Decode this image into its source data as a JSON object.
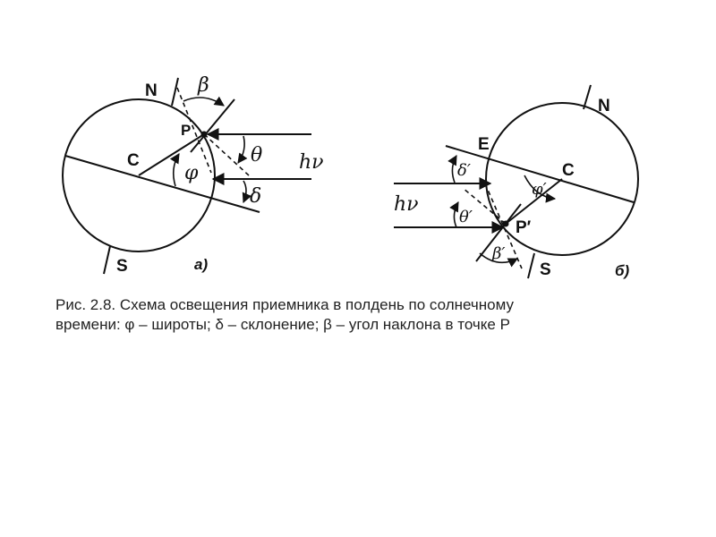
{
  "diagram_a": {
    "N": "N",
    "S": "S",
    "C": "C",
    "P": "P",
    "beta": "β",
    "theta": "θ",
    "phi": "φ",
    "delta": "δ",
    "hv": "hν",
    "panel": "а)"
  },
  "diagram_b": {
    "N": "N",
    "S": "S",
    "E": "E",
    "C": "C",
    "P": "P′",
    "beta": "β′",
    "theta": "θ′",
    "phi": "φ′",
    "delta": "δ′",
    "hv": "hν",
    "panel": "б)"
  },
  "caption": {
    "line1": "Рис. 2.8. Схема освещения приемника в полдень по солнечному",
    "line2": "времени: φ – широты; δ – склонение; β – угол наклона в точке P"
  }
}
